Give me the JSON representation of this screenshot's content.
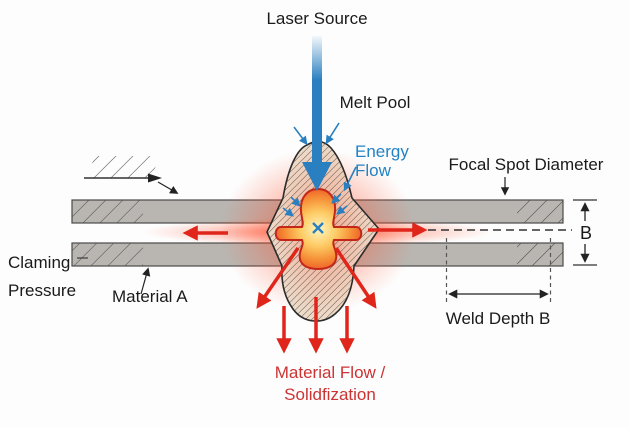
{
  "labels": {
    "laser_source": "Laser Source",
    "melt_pool": "Melt Pool",
    "energy_flow_line1": "Energy",
    "energy_flow_line2": "Flow",
    "focal_spot_diameter": "Focal Spot Diameter",
    "clamping_line1": "Claming",
    "clamping_line2": "Pressure",
    "material_a": "Material A",
    "weld_depth": "Weld Depth B",
    "thickness_dim": "B",
    "material_flow_line1": "Material Flow /",
    "material_flow_line2": "Solidfization"
  },
  "colors": {
    "beam_blue": "#2a7fc0",
    "energy_text_blue": "#2283c5",
    "flow_arrow_red": "#e0251b",
    "flow_text_red": "#cc3333",
    "plate_gray": "#b9b6b2",
    "nugget_beige": "#ecdccb",
    "melt_center_yellow": "#fff6bf",
    "melt_orange": "#f69038",
    "melt_red": "#e63a20",
    "line_black": "#1a1a1a"
  }
}
